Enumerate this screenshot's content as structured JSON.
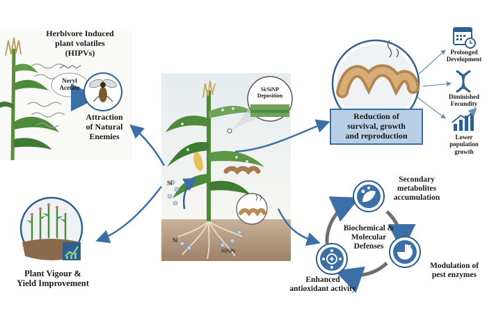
{
  "labels": {
    "hipv": [
      "Herbivore Induced",
      "plant volatiles",
      "(HIPVs)"
    ],
    "neryl": [
      "Neryl",
      "Acetate"
    ],
    "attraction": [
      "Attraction",
      "of Natural",
      "Enemies"
    ],
    "deposition": [
      "Si/SiNP",
      "Deposition"
    ],
    "reduction": [
      "Reduction of",
      "survival, growth",
      "and reproduction"
    ],
    "prolonged": [
      "Prolonged",
      "Development"
    ],
    "diminished": [
      "Diminished",
      "Fecundity"
    ],
    "lower": [
      "Lower",
      "population",
      "growth"
    ],
    "secondary": [
      "Secondary",
      "metabolites",
      "accumulation"
    ],
    "biochem": [
      "Biochemical &",
      "Molecular",
      "Defenses"
    ],
    "modulation": [
      "Modulation of",
      "pest enzymes"
    ],
    "antioxidant": [
      "Enhanced",
      "antioxidant  activity"
    ],
    "vigour": [
      "Plant Vigour &",
      "Yield Improvement"
    ],
    "si": "Si",
    "si2": "Si",
    "sinps": "SiNPs"
  },
  "colors": {
    "arrow": "#3a6fa8",
    "box_fill": "#b9cfe6",
    "box_border": "#3b6fa3",
    "leaf": "#3f7d3a",
    "soil": "#a08060",
    "caterpillar": "#c49a6c",
    "icon": "#2f5f8f"
  },
  "icons": [
    "calendar-clock-icon",
    "dna-icon",
    "bar-chart-growth-icon",
    "leaf-molecule-icon",
    "enzyme-pie-icon",
    "antioxidant-atom-icon",
    "wasp-icon",
    "caterpillar-icon",
    "growth-chart-icon"
  ]
}
